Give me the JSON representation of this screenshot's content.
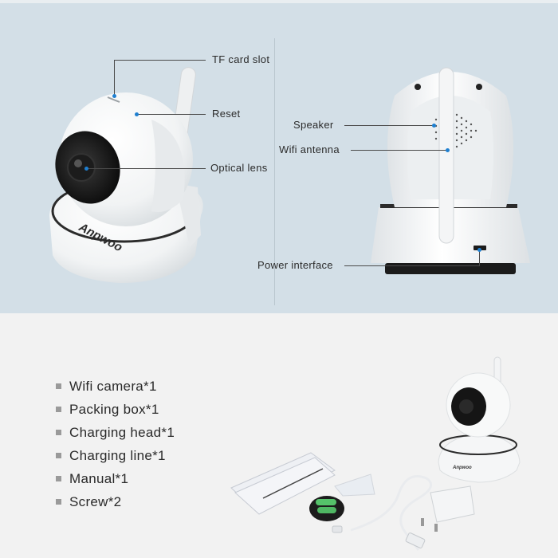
{
  "brand": "Anpwoo",
  "colors": {
    "top_background": "#d3dfe7",
    "bottom_background": "#f2f2f2",
    "callout_dot": "#1e7fd0",
    "callout_line": "#4a4a4a"
  },
  "front_view": {
    "callouts": [
      {
        "label": "TF card slot"
      },
      {
        "label": "Reset"
      },
      {
        "label": "Optical lens"
      }
    ]
  },
  "back_view": {
    "callouts": [
      {
        "label": "Speaker"
      },
      {
        "label": "Wifi antenna"
      },
      {
        "label": "Power interface"
      }
    ]
  },
  "package_contents": {
    "items": [
      {
        "label": "Wifi camera*1"
      },
      {
        "label": "Packing box*1"
      },
      {
        "label": "Charging head*1"
      },
      {
        "label": "Charging line*1"
      },
      {
        "label": "Manual*1"
      },
      {
        "label": "Screw*2"
      }
    ]
  }
}
